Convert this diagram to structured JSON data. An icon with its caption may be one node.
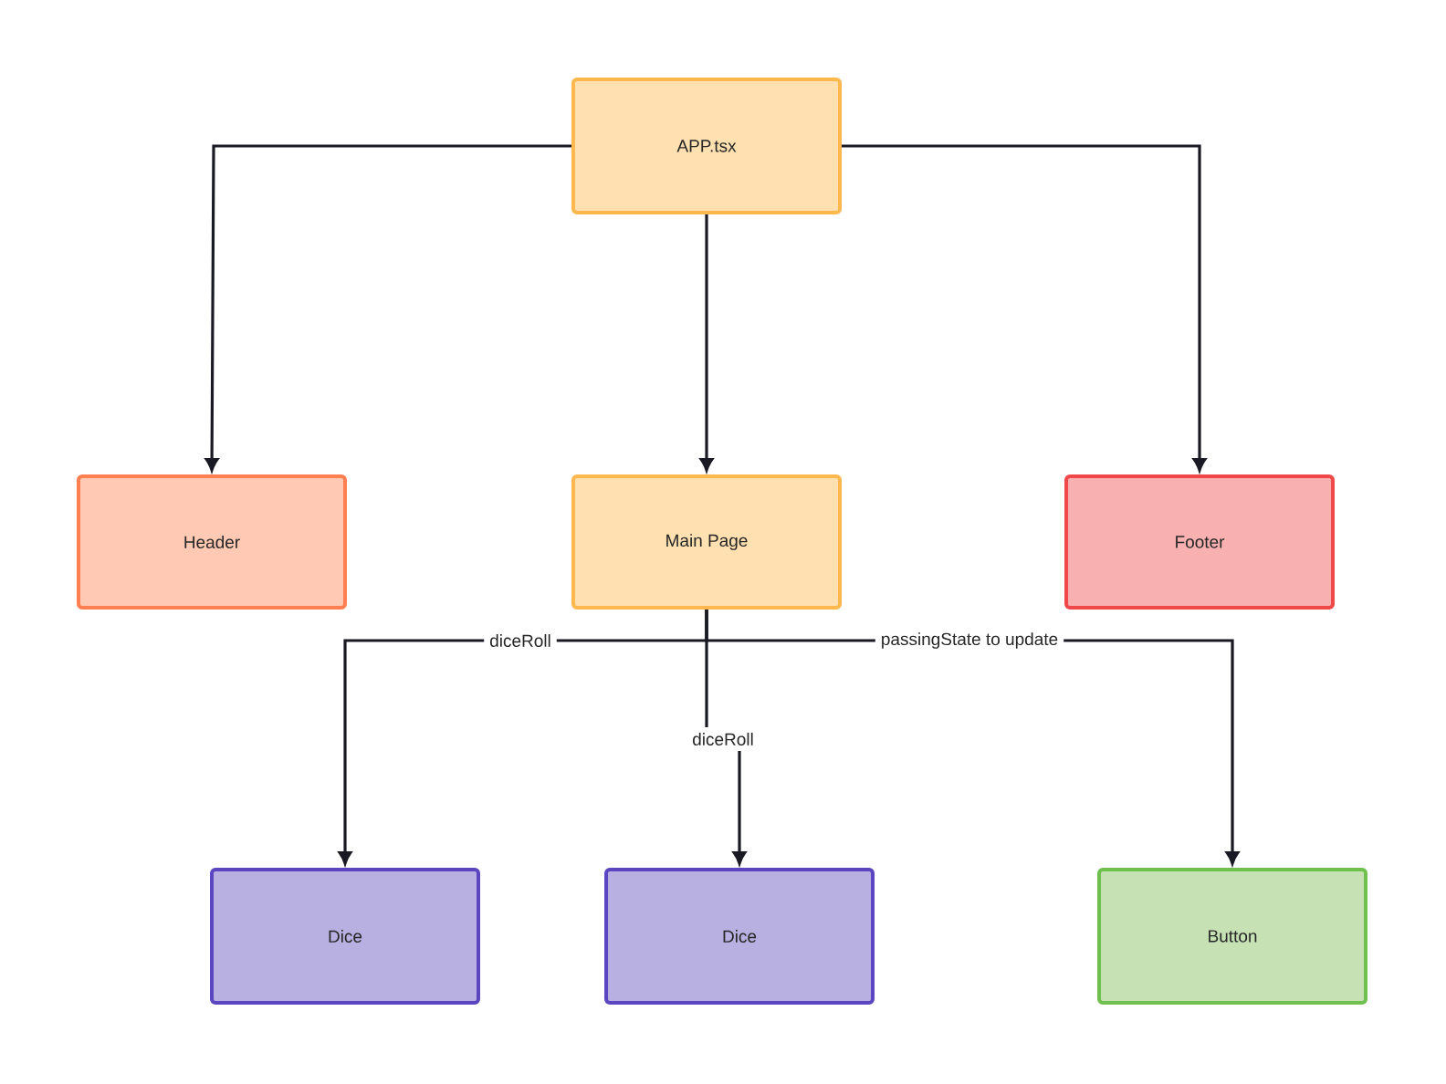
{
  "diagram": {
    "nodes": [
      {
        "text": [
          "APP.tsx"
        ]
      },
      {
        "text": [
          "Header"
        ]
      },
      {
        "text": [
          "Main Page"
        ]
      },
      {
        "text": [
          "Footer"
        ]
      },
      {
        "text": [
          "Dice"
        ]
      },
      {
        "text": [
          "Dice"
        ]
      },
      {
        "text": [
          "Button"
        ]
      }
    ],
    "edges": [
      {
        "from": 0,
        "to": 1,
        "arrow": "to"
      },
      {
        "from": 0,
        "to": 2,
        "arrow": "to"
      },
      {
        "from": 0,
        "to": 3,
        "arrow": "to"
      },
      {
        "from": 2,
        "to": 4,
        "label": "diceRoll",
        "arrow": "to"
      },
      {
        "from": 2,
        "to": 5,
        "label": "diceRoll",
        "arrow": "to"
      },
      {
        "from": 2,
        "to": 6,
        "label": "passingState to update",
        "arrow": "to"
      }
    ]
  }
}
